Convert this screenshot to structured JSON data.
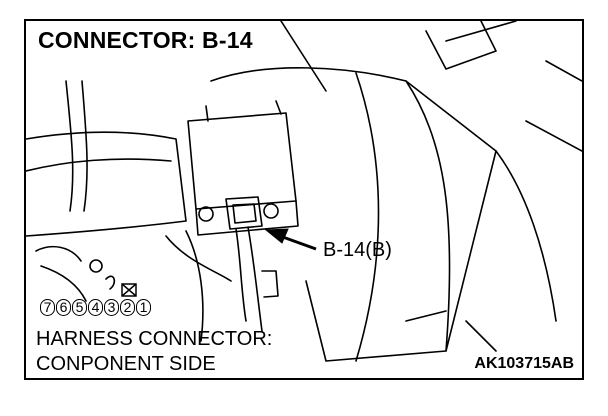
{
  "title": "CONNECTOR: B-14",
  "callout": "B-14(B)",
  "harness": {
    "line1": "HARNESS CONNECTOR:",
    "line2": "CONPONENT SIDE"
  },
  "figure_code": "AK103715AB",
  "pins": [
    "7",
    "6",
    "5",
    "4",
    "3",
    "2",
    "1"
  ],
  "colors": {
    "ink": "#000000",
    "paper": "#ffffff"
  }
}
